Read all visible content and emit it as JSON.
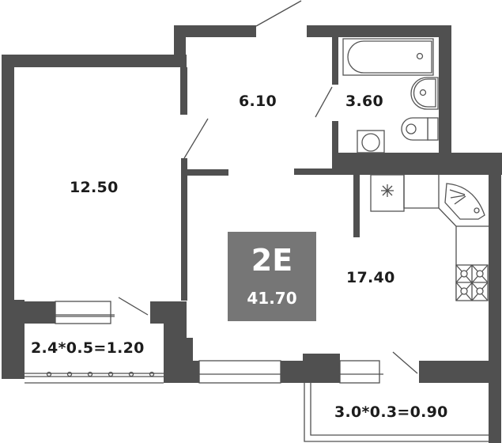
{
  "plan": {
    "apartment_code": "2E",
    "total_area": "41.70",
    "colors": {
      "wall": "#505050",
      "badge_bg": "#767676",
      "badge_text": "#ffffff",
      "label_text": "#1c1c1c"
    },
    "rooms": [
      {
        "id": "living-room",
        "area": "12.50"
      },
      {
        "id": "hallway",
        "area": "6.10"
      },
      {
        "id": "bathroom",
        "area": "3.60"
      },
      {
        "id": "kitchen-living",
        "area": "17.40"
      }
    ],
    "balconies": [
      {
        "id": "balcony-left",
        "dimensions": "2.4*0.5=1.20"
      },
      {
        "id": "balcony-right",
        "dimensions": "3.0*0.3=0.90"
      }
    ],
    "fixtures": [
      "bathtub-icon",
      "sink-icon",
      "toilet-icon",
      "washing-machine-icon",
      "refrigerator-icon",
      "kitchen-sink-icon",
      "stove-icon"
    ]
  }
}
